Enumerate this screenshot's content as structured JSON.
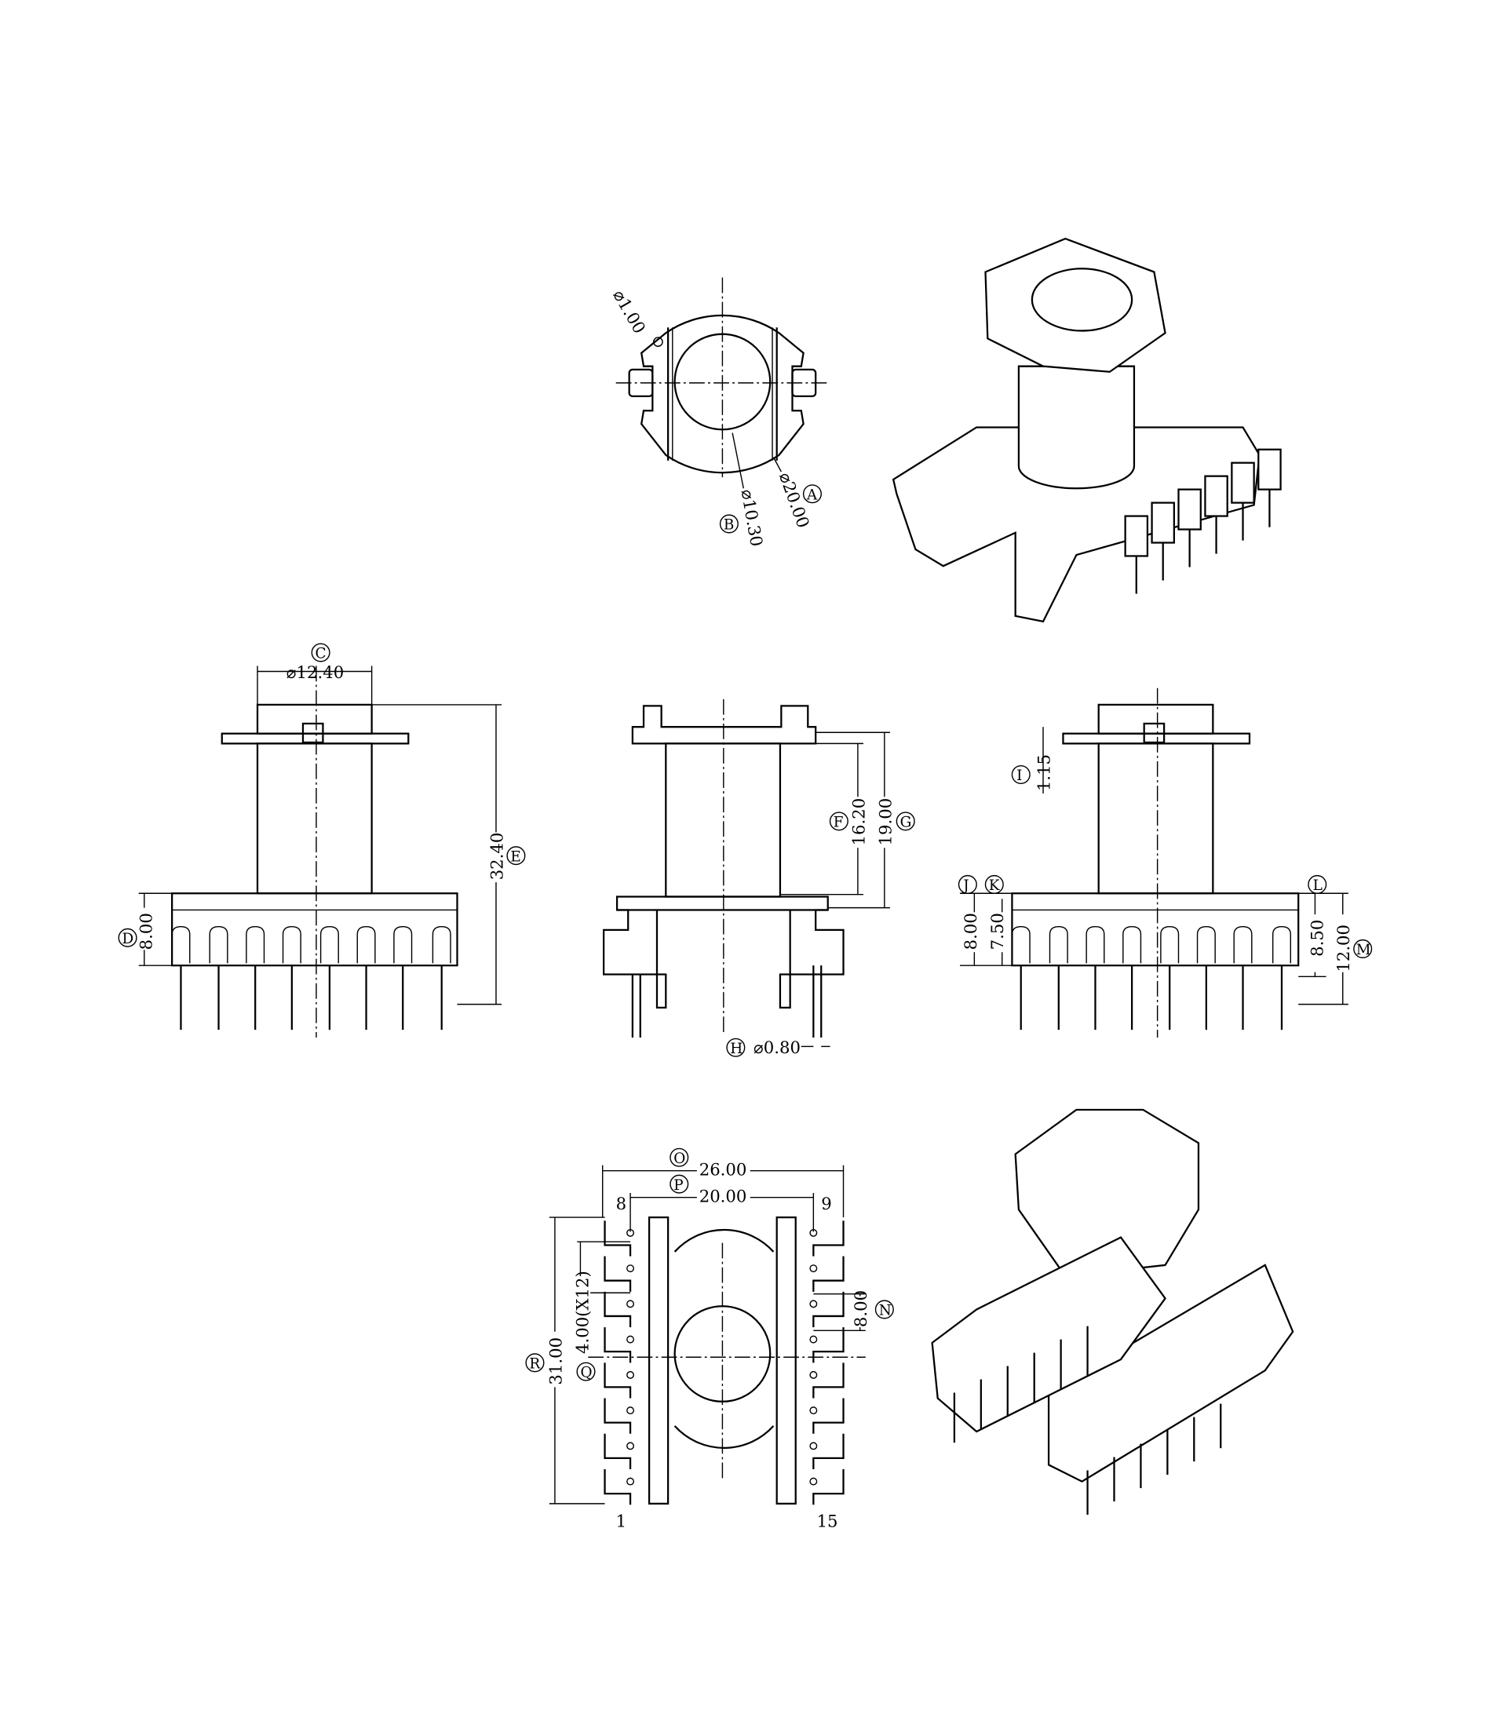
{
  "drawing": {
    "line_color": "#000000",
    "background": "#ffffff",
    "top_view": {
      "hole_dim": "⌀1.00",
      "outer_dim": "⌀20.00",
      "inner_dim": "⌀10.30",
      "outer_tag": "A",
      "inner_tag": "B"
    },
    "front_view": {
      "flange_tag": "C",
      "flange_dim": "⌀12.40",
      "height_tag": "E",
      "height_dim": "32.40",
      "base_tag": "D",
      "base_dim": "8.00"
    },
    "side_view": {
      "winding_tag": "F",
      "winding_dim": "16.20",
      "window_tag": "G",
      "window_dim": "19.00",
      "pin_tag": "H",
      "pin_dim": "⌀0.80"
    },
    "right_view": {
      "flange_tag": "I",
      "flange_dim": "1.15",
      "tag_j": "J",
      "dim_j": "8.00",
      "tag_k": "K",
      "dim_k": "7.50",
      "tag_l": "L",
      "dim_l": "8.50",
      "tag_m": "M",
      "dim_m": "12.00"
    },
    "bottom_view": {
      "width_tag": "O",
      "width_dim": "26.00",
      "row_tag": "P",
      "row_dim": "20.00",
      "length_tag": "R",
      "length_dim": "31.00",
      "pitch_tag": "Q",
      "pitch_dim": "4.00(X12)",
      "gap_tag": "N",
      "gap_dim": "8.00",
      "pin_labels": {
        "top_left": "8",
        "top_right": "9",
        "bottom_left": "1",
        "bottom_right": "15"
      }
    }
  }
}
